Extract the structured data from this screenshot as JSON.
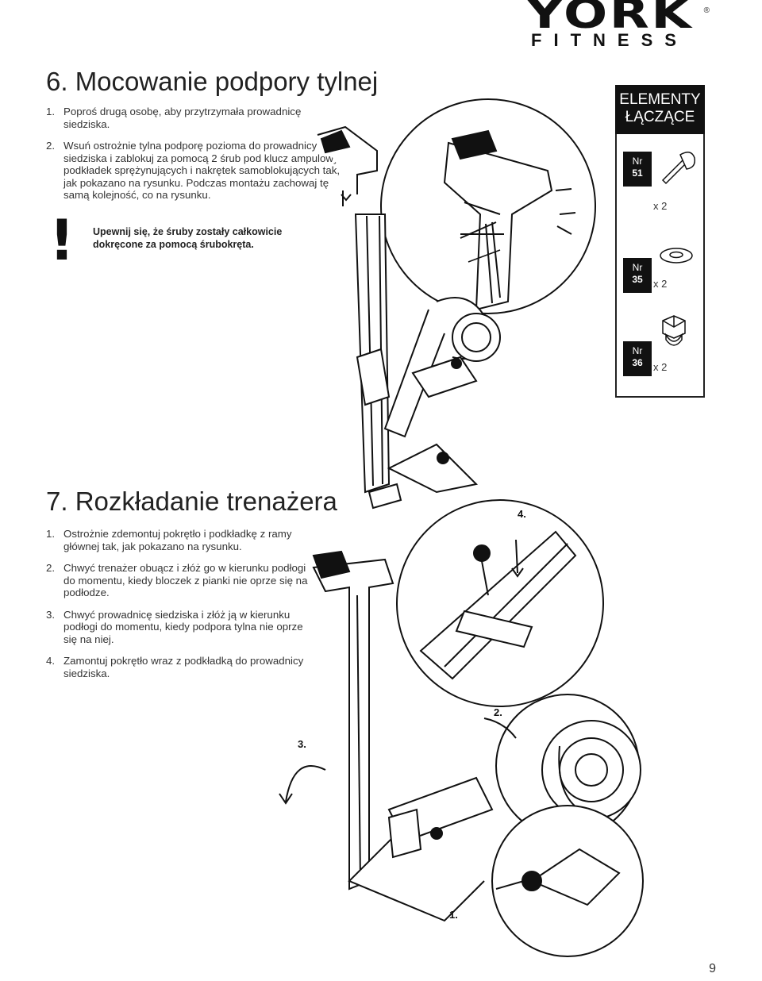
{
  "brand": {
    "name": "YORK",
    "subname": "FITNESS",
    "mark": "®"
  },
  "section6": {
    "title": "6. Mocowanie podpory tylnej",
    "steps": [
      {
        "num": "1.",
        "text": "Poproś drugą osobę, aby przytrzymała prowadnicę siedziska."
      },
      {
        "num": "2.",
        "text": "Wsuń ostrożnie tylna podporę pozioma do prowadnicy siedziska i zablokuj za pomocą 2 śrub pod klucz ampulowy, podkładek sprężynujących i nakrętek samoblokujących tak, jak pokazano na rysunku. Podczas montażu zachowaj tę samą kolejność, co na rysunku."
      }
    ],
    "warning": {
      "mark": "!",
      "text": "Upewnij się, że śruby zostały całkowicie dokręcone za pomocą śrubokręta."
    }
  },
  "parts": {
    "heading": "ELEMENTY ŁĄCZĄCE",
    "items": [
      {
        "label": "Nr",
        "num": "51",
        "qty": "x 2",
        "icon": "bolt-icon"
      },
      {
        "label": "Nr",
        "num": "35",
        "qty": "x 2",
        "icon": "washer-icon"
      },
      {
        "label": "Nr",
        "num": "36",
        "qty": "x 2",
        "icon": "nut-icon"
      }
    ]
  },
  "section7": {
    "title": "7. Rozkładanie trenażera",
    "steps": [
      {
        "num": "1.",
        "text": "Ostrożnie zdemontuj pokrętło i podkładkę z ramy głównej  tak, jak pokazano na rysunku."
      },
      {
        "num": "2.",
        "text": "Chwyć trenażer obuącz i złóż go w kierunku podłogi do momentu, kiedy bloczek z pianki nie oprze się na podłodze."
      },
      {
        "num": "3.",
        "text": "Chwyć prowadnicę siedziska i złóż ją w kierunku podłogi do momentu, kiedy podpora tylna nie oprze się na niej."
      },
      {
        "num": "4.",
        "text": "Zamontuj pokrętło wraz z podkładką do prowadnicy siedziska."
      }
    ],
    "figure_labels": [
      "1.",
      "2.",
      "3.",
      "4."
    ]
  },
  "page": {
    "number": "9"
  }
}
